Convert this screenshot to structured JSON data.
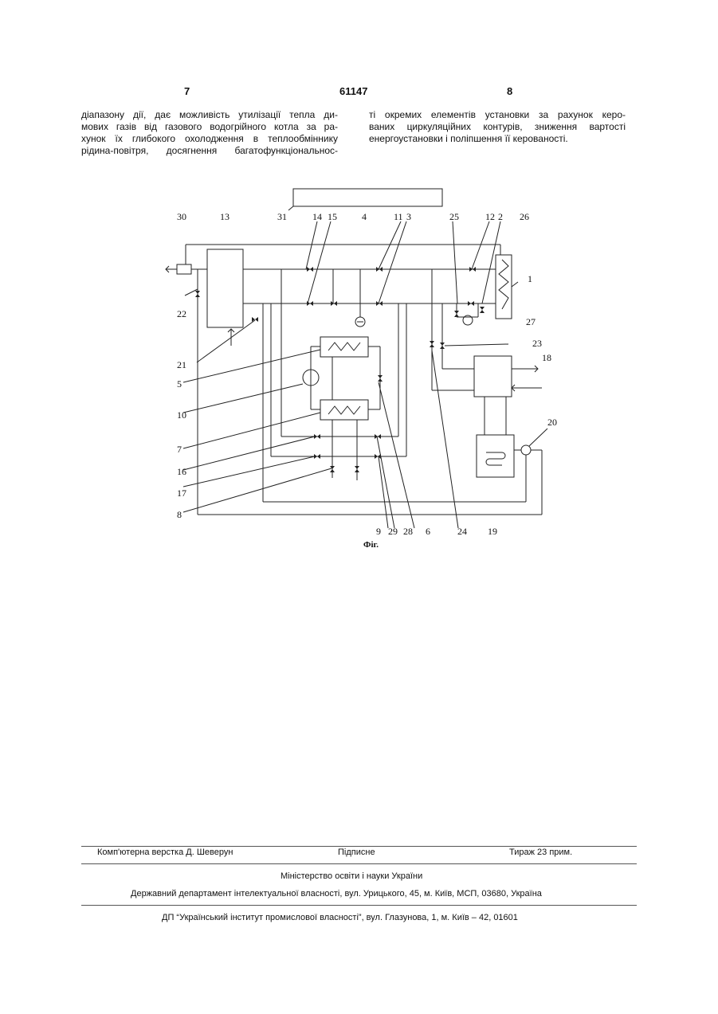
{
  "header": {
    "left_page": "7",
    "center_number": "61147",
    "right_page": "8"
  },
  "column_left": [
    "діапазону дії, дає можливість утилізації тепла ди-",
    "мових газів від газового водогрійного котла за ра-",
    "хунок їх глибокого охолодження в теплообміннику",
    "рідина-повітря, досягнення багатофункціональнос-"
  ],
  "column_right": [
    "ті окремих елементів установки за рахунок керо-",
    "ваних циркуляційних контурів, зниження вартості",
    "енергоустановки і поліпшення її керованості."
  ],
  "figure": {
    "caption": "Фіг.",
    "labels": [
      "30",
      "13",
      "31",
      "14",
      "15",
      "4",
      "11",
      "3",
      "25",
      "12",
      "2",
      "26",
      "1",
      "22",
      "27",
      "21",
      "23",
      "18",
      "5",
      "10",
      "7",
      "20",
      "16",
      "17",
      "8",
      "9",
      "29",
      "28",
      "6",
      "24",
      "19"
    ]
  },
  "footer": {
    "layout": "Комп'ютерна верстка Д. Шеверун",
    "signed": "Підписне",
    "circulation": "Тираж 23 прим.",
    "ministry": "Міністерство освіти і науки України",
    "department": "Державний департамент інтелектуальної власності, вул. Урицького, 45, м. Київ, МСП, 03680, Україна",
    "institute": "ДП “Український інститут промислової власності”, вул. Глазунова, 1, м. Київ – 42, 01601"
  }
}
